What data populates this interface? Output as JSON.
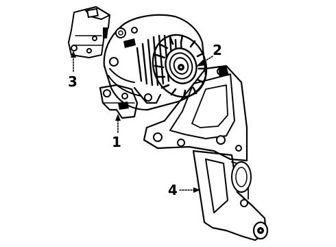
{
  "diagram": {
    "callouts": [
      {
        "id": "callout-1",
        "label": "1",
        "part": "alternator-mounting-bracket"
      },
      {
        "id": "callout-2",
        "label": "2",
        "part": "alternator"
      },
      {
        "id": "callout-3",
        "label": "3",
        "part": "voltage-regulator"
      },
      {
        "id": "callout-4",
        "label": "4",
        "part": "support-bracket"
      }
    ],
    "colors": {
      "ink": "#000000",
      "background": "#ffffff"
    }
  }
}
